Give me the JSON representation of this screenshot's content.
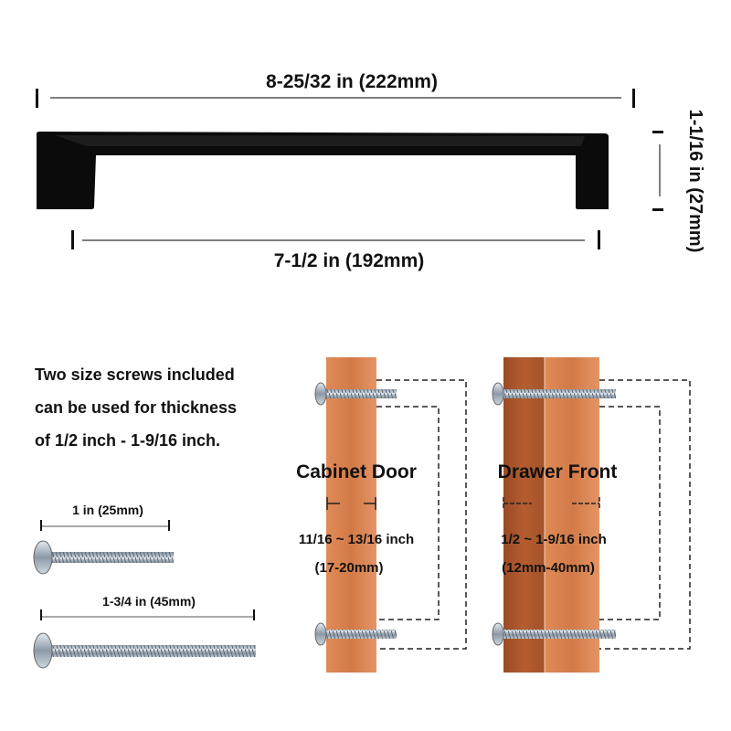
{
  "dimensions": {
    "overall_length": "8-25/32 in (222mm)",
    "hole_spacing": "7-1/2 in (192mm)",
    "projection": "1-1/16 in (27mm)"
  },
  "screw_info": {
    "lines": [
      "Two size screws included",
      "can be used for thickness",
      "of 1/2 inch - 1-9/16 inch."
    ],
    "short_screw": "1 in (25mm)",
    "long_screw": "1-3/4 in (45mm)"
  },
  "cabinet_door": {
    "title": "Cabinet Door",
    "thickness_in": "11/16 ~ 13/16 inch",
    "thickness_mm": "(17-20mm)"
  },
  "drawer_front": {
    "title": "Drawer Front",
    "thickness_in": "1/2 ~ 1-9/16 inch",
    "thickness_mm": "(12mm-40mm)"
  },
  "colors": {
    "handle": "#0b0b0b",
    "wood_light": "#d9824f",
    "wood_dark": "#a9532a",
    "screw": "#9aa7b3"
  }
}
